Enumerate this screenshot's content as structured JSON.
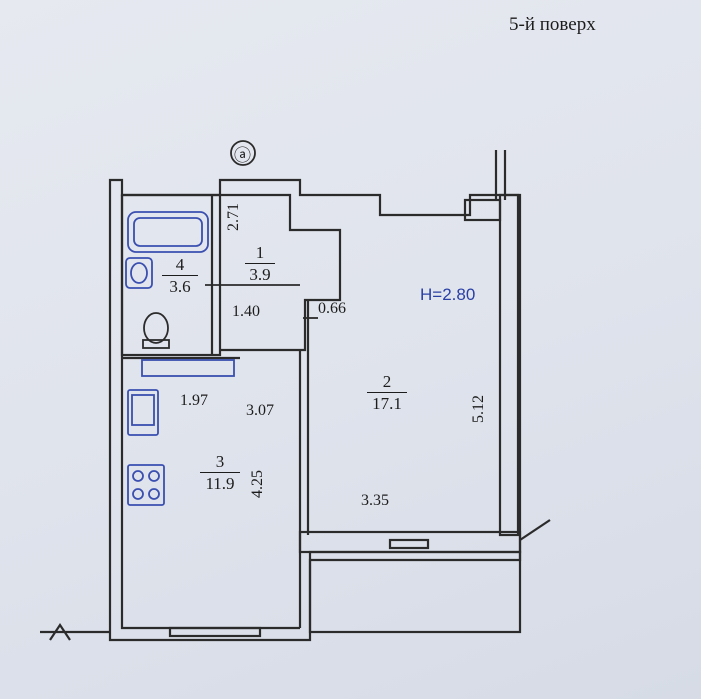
{
  "floor_label": "5-й поверх",
  "axis_marker": "ⓐ",
  "ceiling_height": "H=2.80",
  "rooms": [
    {
      "id": "1",
      "area": "3.9"
    },
    {
      "id": "2",
      "area": "17.1"
    },
    {
      "id": "3",
      "area": "11.9"
    },
    {
      "id": "4",
      "area": "3.6"
    }
  ],
  "dimensions": {
    "d_271": "2.71",
    "d_140": "1.40",
    "d_066": "0.66",
    "d_197": "1.97",
    "d_307": "3.07",
    "d_425": "4.25",
    "d_512": "5.12",
    "d_335": "3.35"
  },
  "colors": {
    "ink": "#1c1c1c",
    "blue_text": "#2a3fa6",
    "paper": "#e2e6ee"
  }
}
